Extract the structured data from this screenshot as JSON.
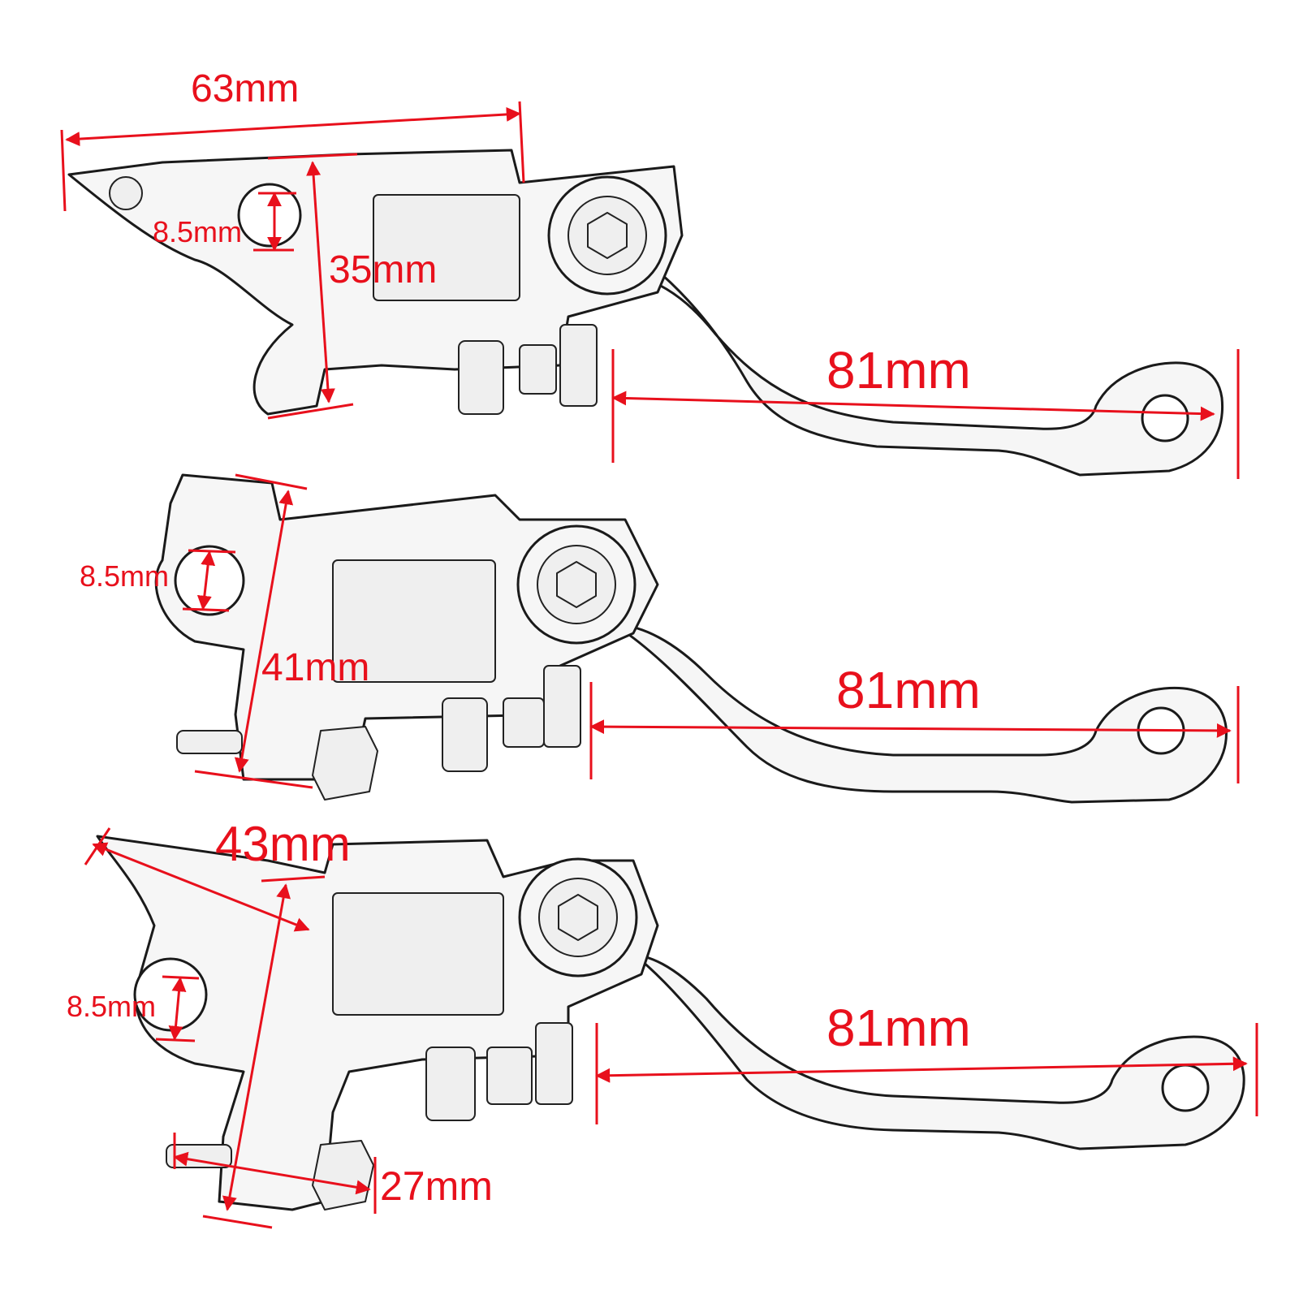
{
  "dimensions": {
    "top_width": "63mm",
    "top_height": "35mm",
    "top_hole": "8.5mm",
    "top_lever": "81mm",
    "middle_height": "41mm",
    "middle_hole": "8.5mm",
    "middle_lever": "81mm",
    "bottom_width": "43mm",
    "bottom_hole": "8.5mm",
    "bottom_lever": "81mm",
    "bottom_stud": "27mm"
  },
  "colors": {
    "dimension": "#e8101c",
    "outline": "#1a1a1a"
  }
}
